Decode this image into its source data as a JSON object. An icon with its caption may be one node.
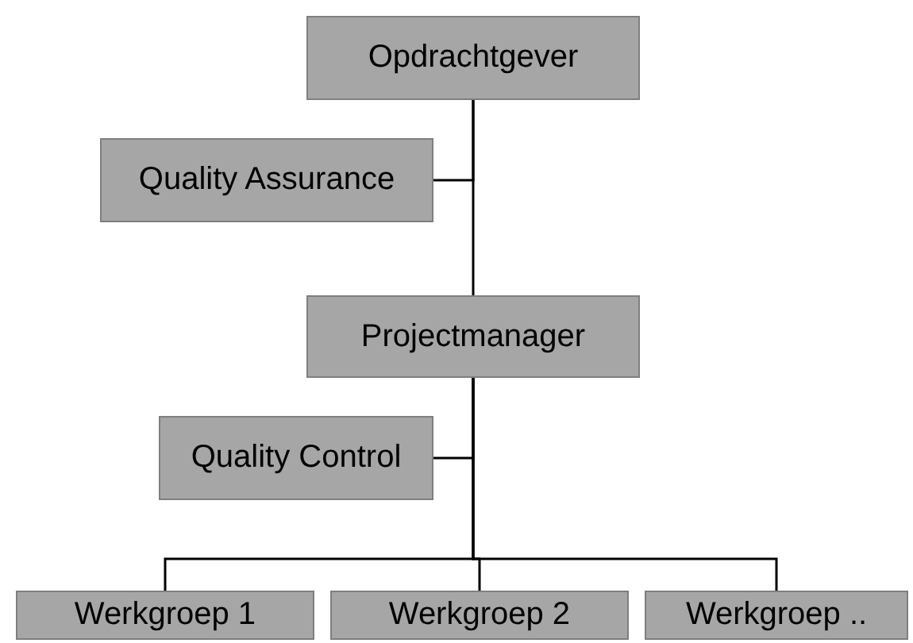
{
  "diagram": {
    "nodes": [
      {
        "text": [
          "Opdrachtgever"
        ]
      },
      {
        "text": [
          "Quality Assurance"
        ]
      },
      {
        "text": [
          "Projectmanager"
        ]
      },
      {
        "text": [
          "Quality Control"
        ]
      },
      {
        "text": [
          "Werkgroep 1"
        ]
      },
      {
        "text": [
          "Werkgroep 2"
        ]
      },
      {
        "text": [
          "Werkgroep .."
        ]
      }
    ],
    "edges": [
      {
        "from": 0,
        "to": 2,
        "arrow": "none"
      },
      {
        "from": 1,
        "to": 0,
        "arrow": "none"
      },
      {
        "from": 2,
        "to": 4,
        "arrow": "none"
      },
      {
        "from": 2,
        "to": 5,
        "arrow": "none"
      },
      {
        "from": 2,
        "to": 6,
        "arrow": "none"
      },
      {
        "from": 3,
        "to": 2,
        "arrow": "none"
      }
    ]
  }
}
